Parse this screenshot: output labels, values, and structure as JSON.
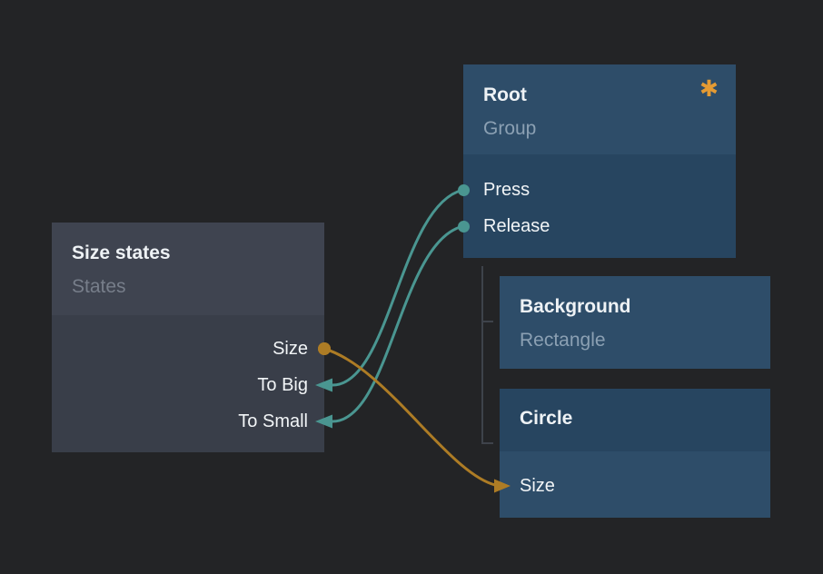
{
  "canvas": {
    "background_color": "#232426"
  },
  "colors": {
    "wire_teal": "#4a9691",
    "wire_orange": "#ad7c25",
    "badge_orange": "#e59b33",
    "node_blue_header": "#2e4d69",
    "node_blue_body": "#274560",
    "node_gray_header": "#3f4450",
    "node_gray_body": "#393e49",
    "hierarchy_line": "#3e434b"
  },
  "nodes": {
    "root": {
      "title": "Root",
      "subtitle": "Group",
      "badge_glyph": "✱",
      "ports": {
        "press": "Press",
        "release": "Release"
      }
    },
    "size_states": {
      "title": "Size states",
      "subtitle": "States",
      "ports": {
        "size": "Size",
        "to_big": "To Big",
        "to_small": "To Small"
      }
    },
    "background": {
      "title": "Background",
      "subtitle": "Rectangle"
    },
    "circle": {
      "title": "Circle",
      "ports": {
        "size": "Size"
      }
    }
  },
  "edges": [
    {
      "from": "Root / Press",
      "to": "Size states / To Big",
      "color": "teal"
    },
    {
      "from": "Root / Release",
      "to": "Size states / To Small",
      "color": "teal"
    },
    {
      "from": "Size states / Size",
      "to": "Circle / Size",
      "color": "orange"
    }
  ],
  "hierarchy": {
    "parent": "Root",
    "children": [
      "Background",
      "Circle"
    ]
  }
}
